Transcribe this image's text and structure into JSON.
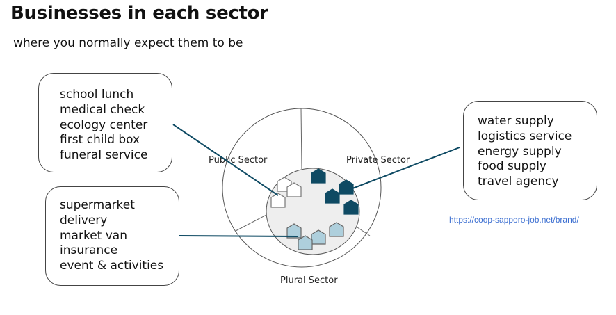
{
  "header": {
    "title": "Businesses in each sector",
    "subtitle": "where you normally expect them to be"
  },
  "sectors": {
    "public": {
      "label": "Public Sector",
      "house_color": "#ffffff",
      "house_count": 3
    },
    "private": {
      "label": "Private Sector",
      "house_color": "#0e4a63",
      "house_count": 4
    },
    "plural": {
      "label": "Plural Sector",
      "house_color": "#aecfdc",
      "house_count": 4
    }
  },
  "boxes": {
    "public": {
      "items": [
        "school lunch",
        "medical check",
        "ecology center",
        "first child box",
        "funeral service"
      ]
    },
    "plural": {
      "items": [
        "supermarket",
        "delivery",
        "market van",
        "insurance",
        "event & activities"
      ]
    },
    "private": {
      "items": [
        "water supply",
        "logistics service",
        "energy supply",
        "food supply",
        "travel agency"
      ]
    }
  },
  "colors": {
    "connector": "#0e4a63",
    "inner_fill": "#eeeeee",
    "outline": "#555555"
  },
  "source_url": "https://coop-sapporo-job.net/brand/"
}
